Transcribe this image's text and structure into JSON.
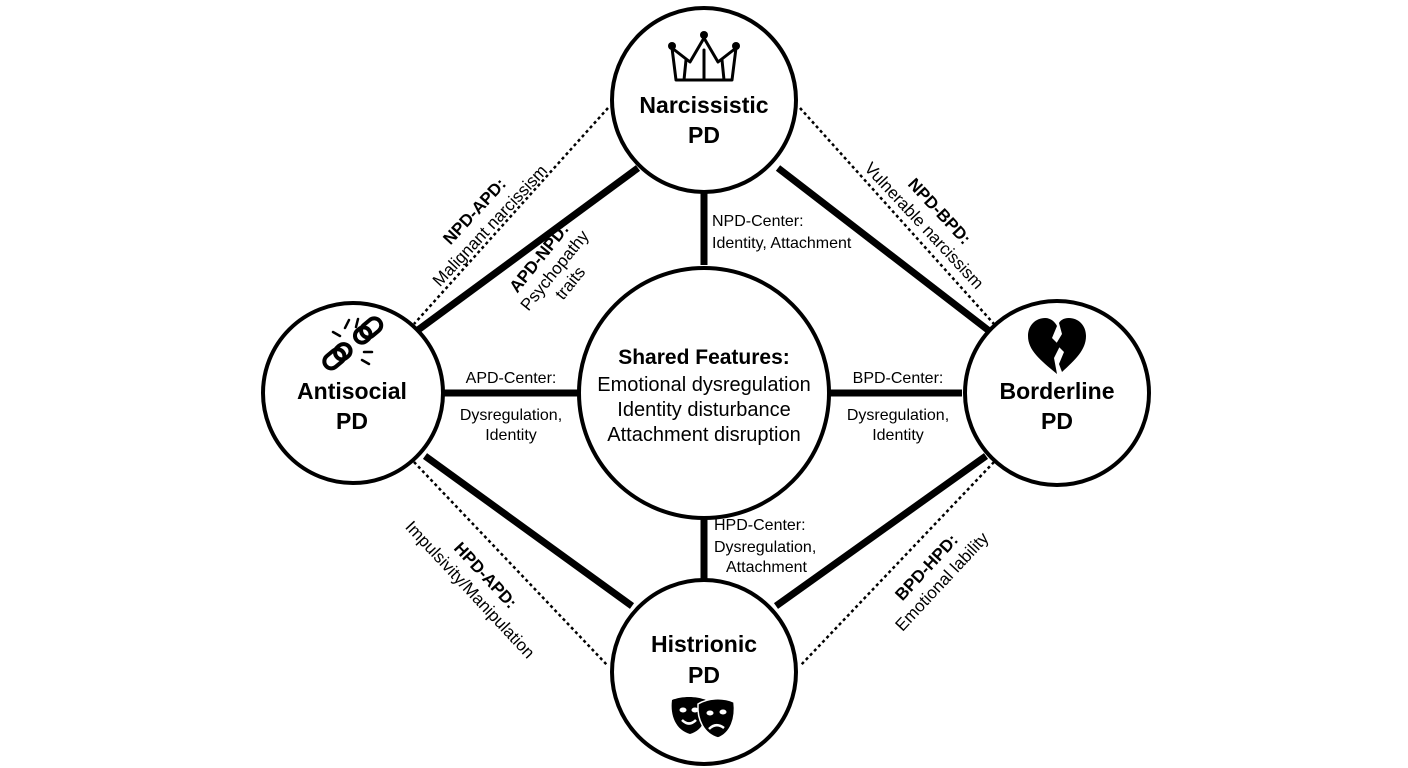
{
  "nodes": {
    "narcissistic": {
      "line1": "Narcissistic",
      "line2": "PD",
      "icon": "crown-icon"
    },
    "antisocial": {
      "line1": "Antisocial",
      "line2": "PD",
      "icon": "broken-chain-icon"
    },
    "borderline": {
      "line1": "Borderline",
      "line2": "PD",
      "icon": "broken-heart-icon"
    },
    "histrionic": {
      "line1": "Histrionic",
      "line2": "PD",
      "icon": "theater-masks-icon"
    },
    "center": {
      "title": "Shared Features:",
      "lines": [
        "Emotional dysregulation",
        "Identity disturbance",
        "Attachment disruption"
      ]
    }
  },
  "spoke_labels": {
    "npd_center": {
      "line1": "NPD-Center:",
      "line2": "Identity, Attachment"
    },
    "apd_center": {
      "line1": "APD-Center:",
      "line2": "Dysregulation,",
      "line3": "Identity"
    },
    "bpd_center": {
      "line1": "BPD-Center:",
      "line2": "Dysregulation,",
      "line3": "Identity"
    },
    "hpd_center": {
      "line1": "HPD-Center:",
      "line2": "Dysregulation,",
      "line3": "Attachment"
    }
  },
  "edge_labels": {
    "apd_npd": {
      "title": "APD-NPD:",
      "line1": "Psychopathy",
      "line2": "traits"
    },
    "npd_apd": {
      "title": "NPD-APD:",
      "line1": "Malignant narcissism"
    },
    "npd_bpd": {
      "title": "NPD-BPD:",
      "line1": "Vulnerable narcissism"
    },
    "hpd_apd": {
      "title": "HPD-APD:",
      "line1": "Impulsivity/Manipulation"
    },
    "bpd_hpd": {
      "title": "BPD-HPD:",
      "line1": "Emotional lability"
    }
  }
}
